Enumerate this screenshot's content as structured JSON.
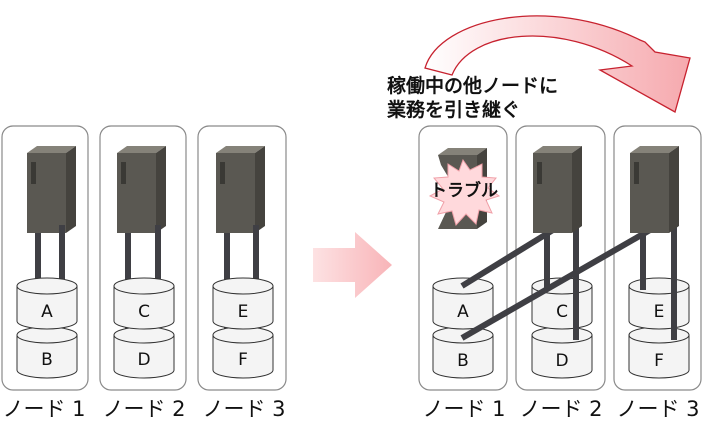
{
  "left_nodes": [
    {
      "label": "ノード 1",
      "disks": [
        "A",
        "B"
      ]
    },
    {
      "label": "ノード 2",
      "disks": [
        "C",
        "D"
      ]
    },
    {
      "label": "ノード 3",
      "disks": [
        "E",
        "F"
      ]
    }
  ],
  "right_nodes": [
    {
      "label": "ノード 1",
      "disks": [
        "A",
        "B"
      ]
    },
    {
      "label": "ノード 2",
      "disks": [
        "C",
        "D"
      ]
    },
    {
      "label": "ノード 3",
      "disks": [
        "E",
        "F"
      ]
    }
  ],
  "annotation": {
    "line1": "稼働中の他ノードに",
    "line2": "業務を引き継ぐ"
  },
  "trouble_label": "トラブル",
  "colors": {
    "server": "#5a5852",
    "server_top": "#7d7a72",
    "disk_fill": "#f4f4f4",
    "cable": "#3f3f44",
    "arrow_fill": "#fbc9cc",
    "burst_fill": "#ffd9dc"
  }
}
